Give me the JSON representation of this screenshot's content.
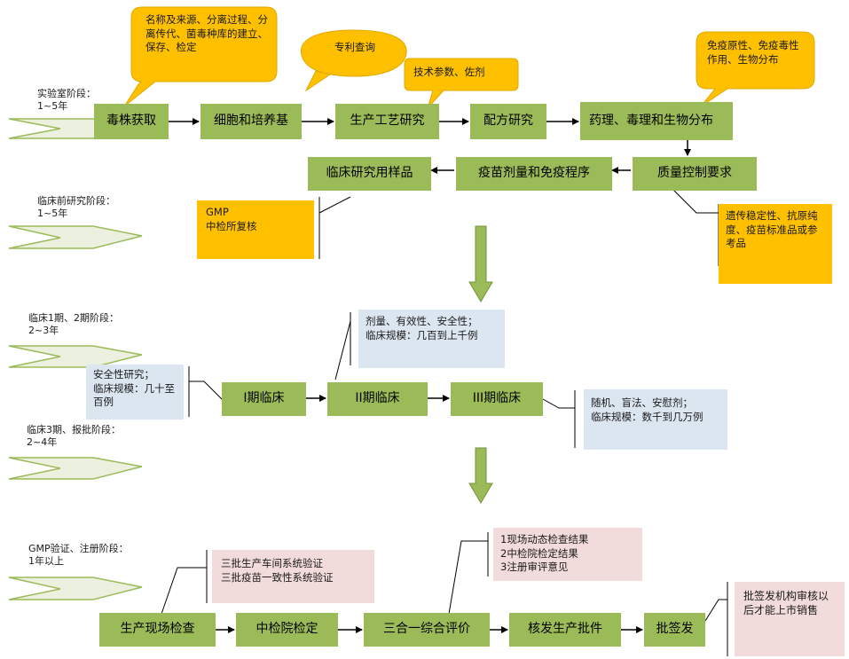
{
  "stages": [
    "实验室阶段：\n1~5年",
    "临床前研究阶段：\n1~5年",
    "临床1期、2期阶段：\n2~3年",
    "临床3期、报批阶段：\n2~4年",
    "GMP验证、注册阶段：\n1年以上"
  ],
  "boxes": [
    "毒株获取",
    "细胞和培养基",
    "生产工艺研究",
    "配方研究",
    "药理、毒理和生物分布",
    "质量控制要求",
    "疫苗剂量和免疫程序",
    "临床研究用样品",
    "I期临床",
    "II期临床",
    "III期临床",
    "生产现场检查",
    "中检院检定",
    "三合一综合评价",
    "核发生产批件",
    "批签发"
  ],
  "notes": [
    "名称及来源、分离过程、分离传代、菌毒种库的建立、保存、检定",
    "专利查询",
    "技术参数、佐剂",
    "免疫原性、免疫毒性作用、生物分布",
    "遗传稳定性、抗原纯度、疫苗标准品或参考品",
    "GMP\n中检所复核",
    "剂量、有效性、安全性；\n临床规模：几百到上千例",
    "安全性研究；\n临床规模：几十至百例",
    "随机、盲法、安慰剂；\n临床规模：数千到几万例",
    "三批生产车间系统验证\n三批疫苗一致性系统验证",
    "1现场动态检查结果\n2中检院检定结果\n3注册审评意见",
    "批签发机构审核以后才能上市销售"
  ],
  "colors": {
    "box_green": "#9bbb59",
    "note_blue": "#dce6f1",
    "note_pink": "#f2dcdb",
    "note_yellow": "#ffc000",
    "bubble_fill": "#ffc000",
    "arrow_green": "#9bbb59",
    "chevron_fill": "#ebf1de",
    "chevron_stroke": "#9bbb59"
  }
}
